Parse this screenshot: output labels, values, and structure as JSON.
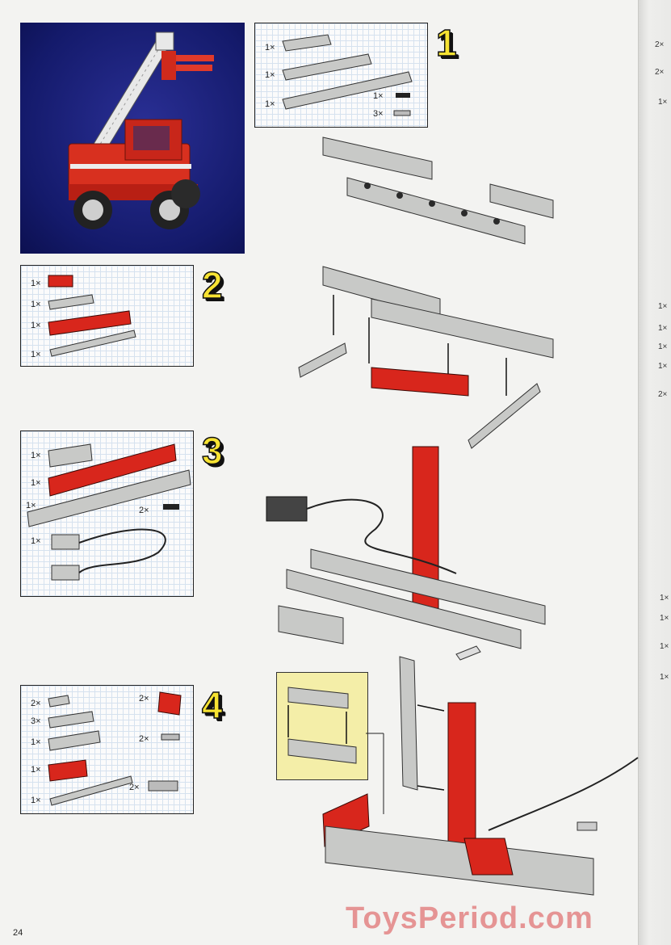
{
  "steps": [
    {
      "number": "1",
      "parts": [
        "1×",
        "1×",
        "1×",
        "1×",
        "3×"
      ]
    },
    {
      "number": "2",
      "parts": [
        "1×",
        "1×",
        "1×",
        "1×"
      ]
    },
    {
      "number": "3",
      "parts": [
        "1×",
        "1×",
        "1×",
        "2×",
        "1×"
      ]
    },
    {
      "number": "4",
      "parts": [
        "2×",
        "3×",
        "1×",
        "1×",
        "1×",
        "2×",
        "2×",
        "2×"
      ]
    }
  ],
  "edge_page": {
    "parts": [
      "2×",
      "2×",
      "1×",
      "1×",
      "1×",
      "1×",
      "1×",
      "2×",
      "1×",
      "1×",
      "1×",
      "1×"
    ]
  },
  "page_number": "24",
  "watermark": "ToysPeriod.com",
  "colors": {
    "step_number": "#f7e332",
    "brick_red": "#d8261c",
    "brick_gray": "#c8c9c7",
    "photo_bg": "#141a6b",
    "callout_bg": "#f4eea8"
  }
}
